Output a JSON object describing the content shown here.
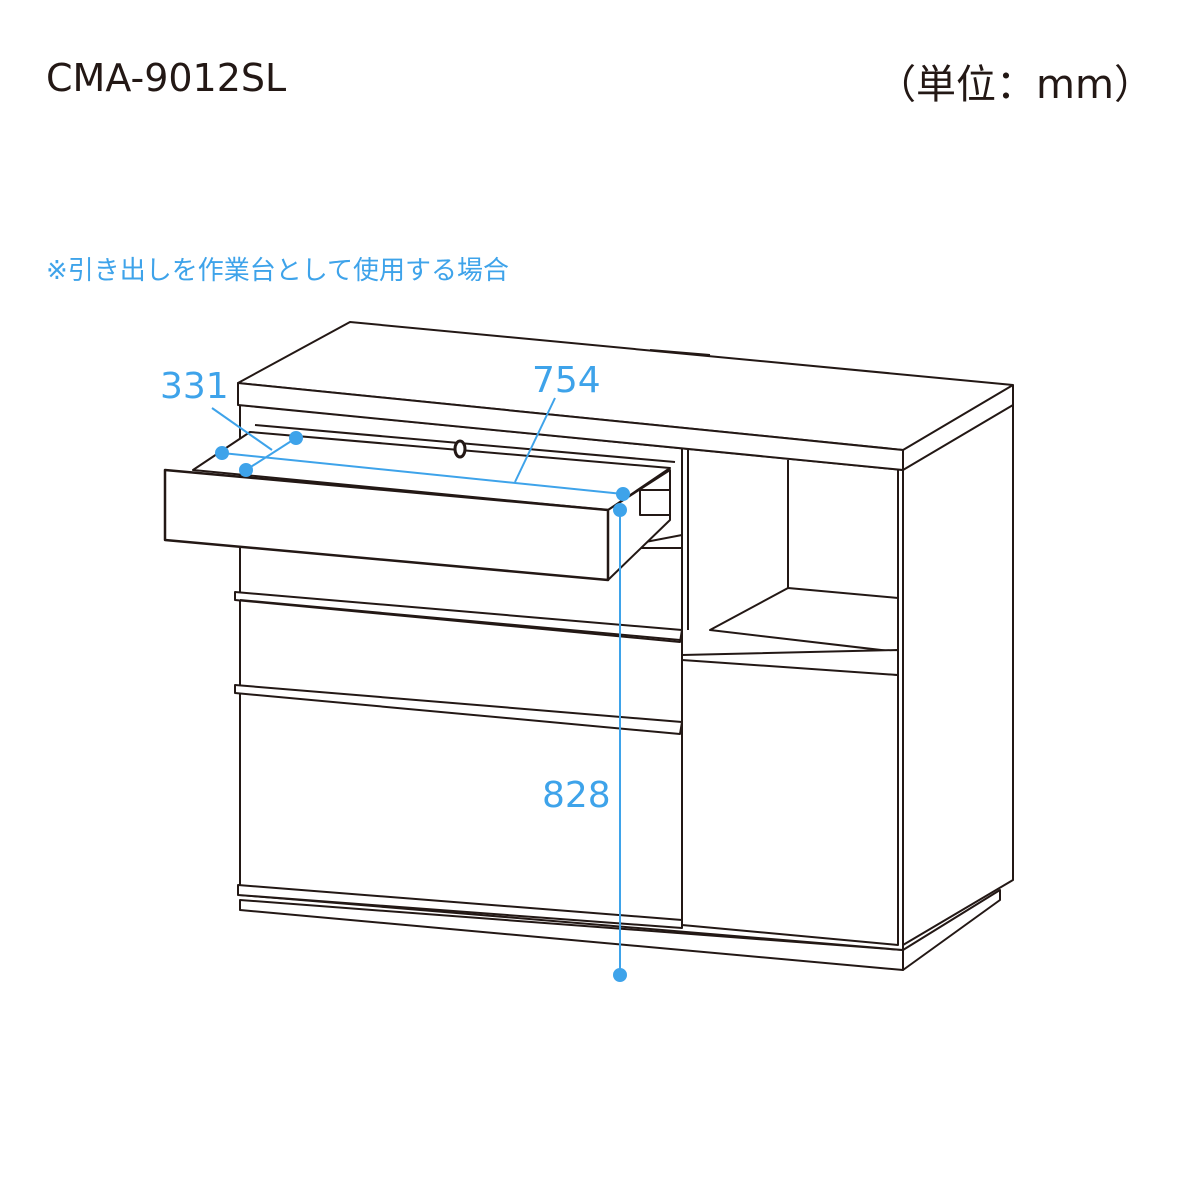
{
  "model_number": "CMA-9012SL",
  "unit_label": "（単位：mm）",
  "note": "※引き出しを作業台として使用する場合",
  "dimensions": {
    "depth": "331",
    "width": "754",
    "height": "828"
  },
  "colors": {
    "line": "#231815",
    "dimension": "#3ea3ea"
  }
}
